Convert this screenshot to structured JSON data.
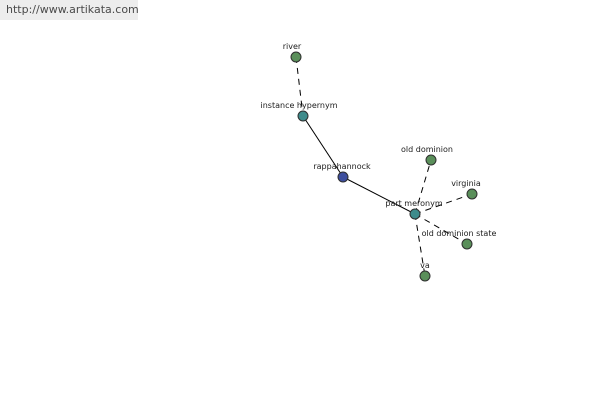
{
  "watermark": "http://www.artikata.com",
  "colors": {
    "leaf": "#5a8f5a",
    "relation": "#3e8b8b",
    "center": "#3e4f9e"
  },
  "graph": {
    "nodes": [
      {
        "id": "river",
        "label": "river",
        "kind": "leaf"
      },
      {
        "id": "instance-hypernym",
        "label": "instance hypernym",
        "kind": "relation"
      },
      {
        "id": "rappahannock",
        "label": "rappahannock",
        "kind": "center"
      },
      {
        "id": "part-meronym",
        "label": "part meronym",
        "kind": "relation"
      },
      {
        "id": "old-dominion",
        "label": "old dominion",
        "kind": "leaf"
      },
      {
        "id": "virginia",
        "label": "virginia",
        "kind": "leaf"
      },
      {
        "id": "old-dominion-state",
        "label": "old dominion state",
        "kind": "leaf"
      },
      {
        "id": "va",
        "label": "va",
        "kind": "leaf"
      }
    ],
    "edges": [
      {
        "from": "river",
        "to": "instance-hypernym",
        "style": "dashed"
      },
      {
        "from": "instance-hypernym",
        "to": "rappahannock",
        "style": "solid"
      },
      {
        "from": "rappahannock",
        "to": "part-meronym",
        "style": "solid"
      },
      {
        "from": "part-meronym",
        "to": "old-dominion",
        "style": "dashed"
      },
      {
        "from": "part-meronym",
        "to": "virginia",
        "style": "dashed"
      },
      {
        "from": "part-meronym",
        "to": "old-dominion-state",
        "style": "dashed"
      },
      {
        "from": "part-meronym",
        "to": "va",
        "style": "dashed"
      }
    ]
  }
}
